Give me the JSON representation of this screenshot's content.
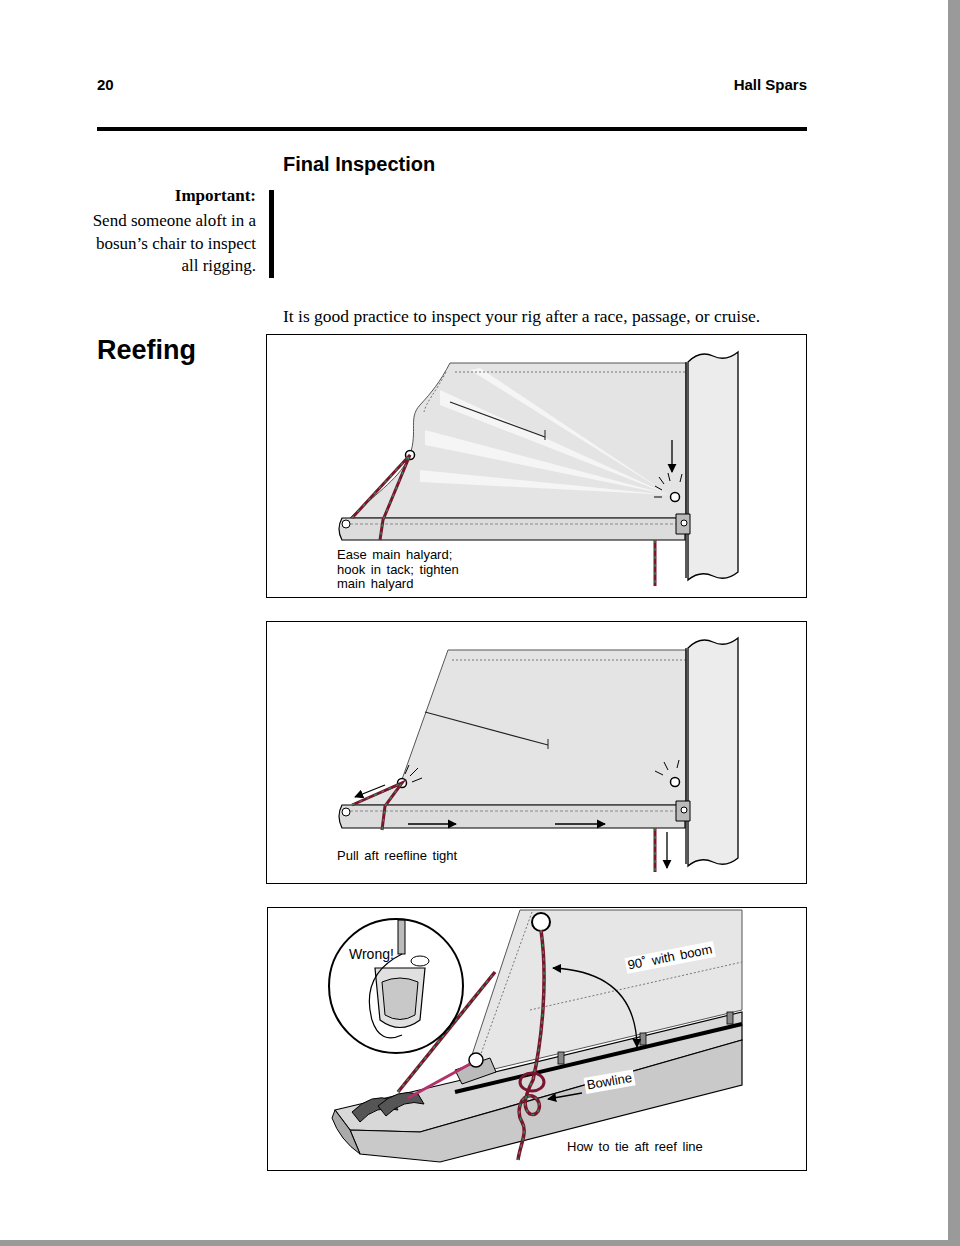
{
  "diagram": {
    "nodes": [
      {
        "text": [
          "Ease main halyard; hook in tack; tighten main halyard"
        ]
      },
      {
        "text": [
          "Pull aft reefline tight"
        ]
      },
      {
        "text": [
          "How to tie aft reef line"
        ]
      },
      {
        "text": [
          "Wrong!"
        ],
        "in": 2
      }
    ],
    "labels": [
      "20",
      "Hall Spars",
      "Final Inspection",
      "Important:",
      "Send someone aloft in a bosun’s chair to inspect all rigging.",
      "It is good practice to inspect your rig after a race, passage, or cruise.",
      "Reefing",
      "90˚ with boom",
      "Bowline"
    ]
  }
}
